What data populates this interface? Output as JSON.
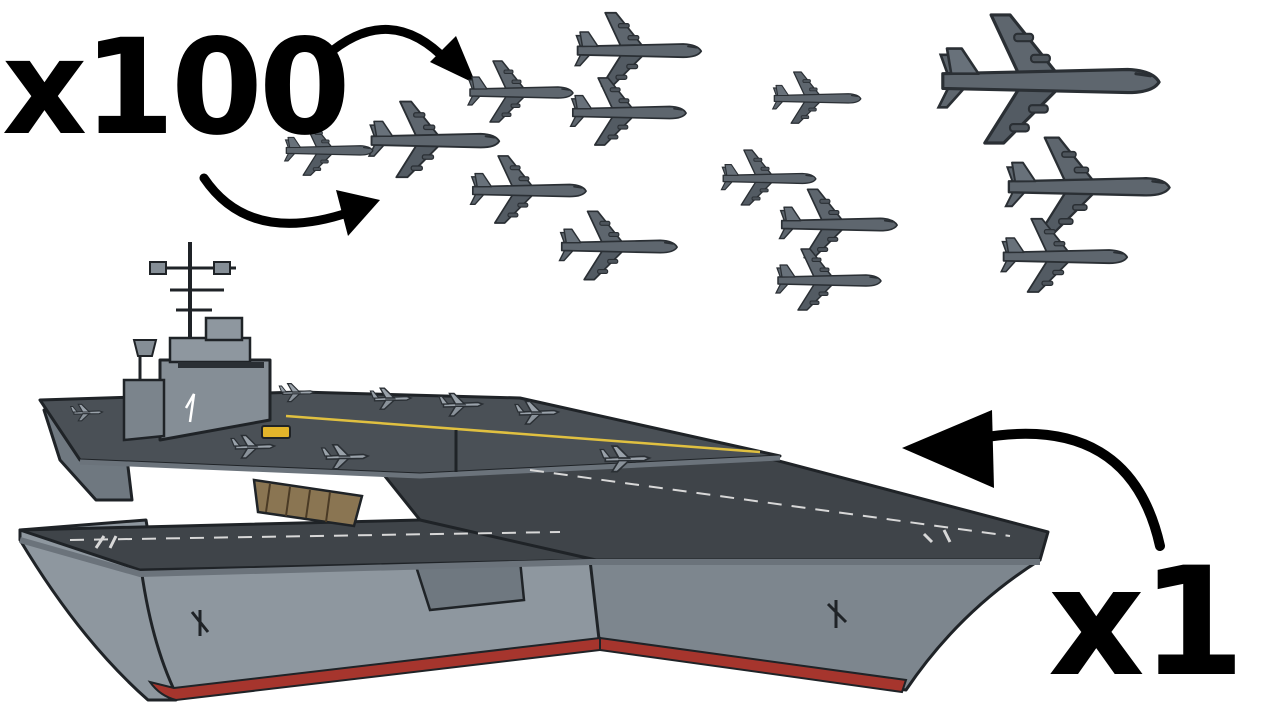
{
  "labels": {
    "bomber_count": "x100",
    "carrier_count": "x1"
  },
  "colors": {
    "background": "#ffffff",
    "text": "#000000",
    "bomber_fill": "#5e666e",
    "bomber_stroke": "#2a2f34",
    "hull_fill": "#8e979f",
    "hull_shadow": "#6f7880",
    "deck_fill": "#3f4449",
    "deck_edge": "#6b737b",
    "waterline": "#a6352d",
    "deck_marking": "#d8d8d8",
    "deck_centerline": "#e0c040",
    "island_fill": "#858e96",
    "deck_aircraft_fill": "#9aa2aa",
    "tractor_fill": "#e3b52b",
    "blast_deflector_fill": "#8a7552"
  },
  "icons": {
    "arrow_to_bombers": "curved-arrow-right-icon",
    "arrow_lower": "curved-arrow-right-icon",
    "arrow_to_carrier": "curved-arrow-left-icon",
    "bomber": "bomber-aircraft-icon",
    "carrier": "aircraft-carrier-icon"
  },
  "scene": {
    "bomber_total_shown": 14,
    "deck_aircraft_total_shown": 8,
    "carrier_total_shown": 1
  }
}
